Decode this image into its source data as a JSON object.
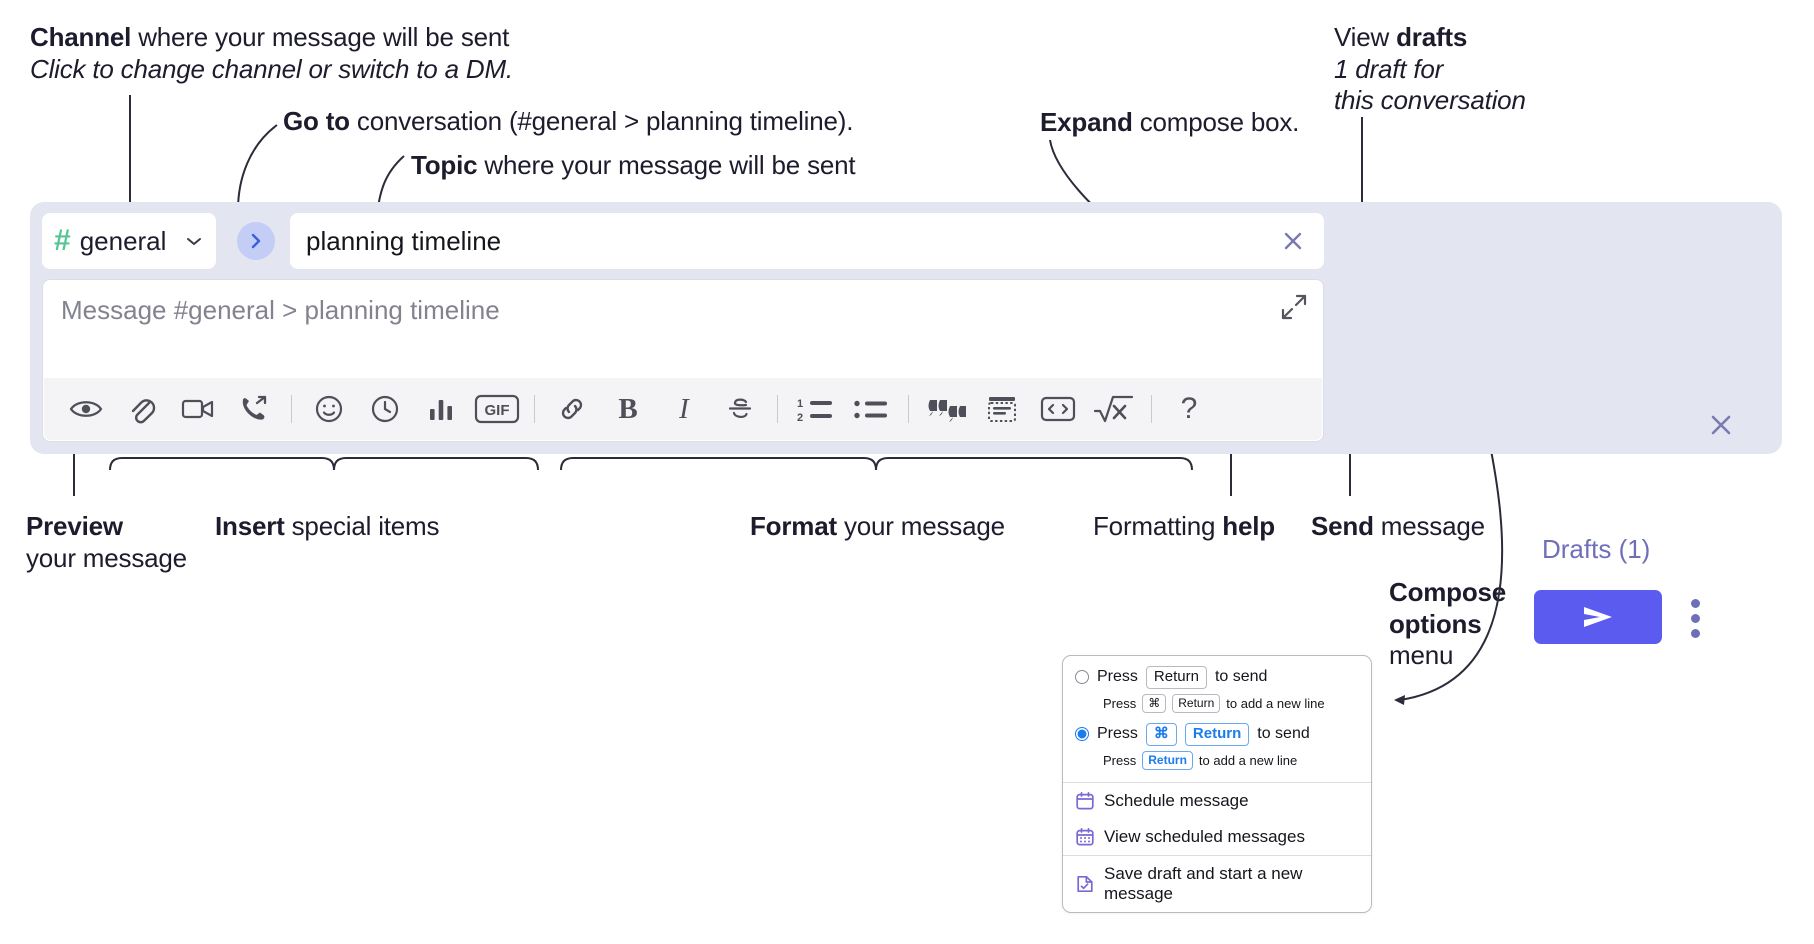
{
  "annotations": {
    "channel": {
      "line1_bold": "Channel",
      "line1_rest": " where your message will be sent",
      "line2_italic": "Click to change channel or switch to a DM."
    },
    "goto": {
      "bold": "Go to",
      "rest": " conversation (#general > planning timeline)."
    },
    "topic": {
      "bold": "Topic",
      "rest": " where your message will be sent"
    },
    "expand": {
      "bold": "Expand",
      "rest": " compose box."
    },
    "drafts": {
      "line1_rest": "View ",
      "line1_bold": "drafts",
      "line2_italic": "1 draft for",
      "line3_italic": "this conversation"
    },
    "preview": {
      "bold": "Preview",
      "rest": "your message"
    },
    "insert": {
      "bold": "Insert",
      "rest": " special items"
    },
    "format": {
      "bold": "Format",
      "rest": " your message"
    },
    "help": {
      "rest": "Formatting ",
      "bold": "help"
    },
    "send": {
      "bold": "Send",
      "rest": " message"
    },
    "compose_options": {
      "line1_bold": "Compose",
      "line2_bold": "options",
      "line3_rest": "menu"
    }
  },
  "compose": {
    "channel_name": "general",
    "channel_hash": "#",
    "topic_value": "planning timeline",
    "message_placeholder": "Message #general > planning timeline",
    "drafts_label": "Drafts (1)",
    "toolbar_icons": [
      "eye-icon",
      "paperclip-icon",
      "video-icon",
      "phone-forward-icon",
      "emoji-icon",
      "clock-icon",
      "poll-icon",
      "gif-icon",
      "link-icon",
      "bold-icon",
      "italic-icon",
      "strikethrough-icon",
      "ordered-list-icon",
      "bullet-list-icon",
      "blockquote-icon",
      "code-snippet-icon",
      "code-block-icon",
      "math-icon",
      "help-icon"
    ],
    "gif_label": "GIF",
    "bold_label": "B",
    "italic_label": "I",
    "help_label": "?"
  },
  "colors": {
    "panel_bg": "#e3e5f1",
    "accent_purple": "#5b5bf0",
    "drafts_text": "#6f6fb8",
    "hash_green": "#56c596",
    "goto_circle": "#c3cdf5",
    "radio_blue": "#1b7ced",
    "menu_icon_purple": "#7b68d6"
  },
  "compose_menu": {
    "options": [
      {
        "selected": false,
        "press": "Press",
        "keys": [
          "Return"
        ],
        "suffix": "to send",
        "sub_press": "Press",
        "sub_keys": [
          "⌘",
          "Return"
        ],
        "sub_suffix": "to add a new line"
      },
      {
        "selected": true,
        "press": "Press",
        "keys": [
          "⌘",
          "Return"
        ],
        "suffix": "to send",
        "sub_press": "Press",
        "sub_keys": [
          "Return"
        ],
        "sub_suffix": "to add a new line"
      }
    ],
    "items": [
      {
        "icon": "calendar-schedule-icon",
        "label": "Schedule message"
      },
      {
        "icon": "calendar-grid-icon",
        "label": "View scheduled messages"
      },
      {
        "icon": "save-draft-icon",
        "label": "Save draft and start a new message"
      }
    ]
  }
}
